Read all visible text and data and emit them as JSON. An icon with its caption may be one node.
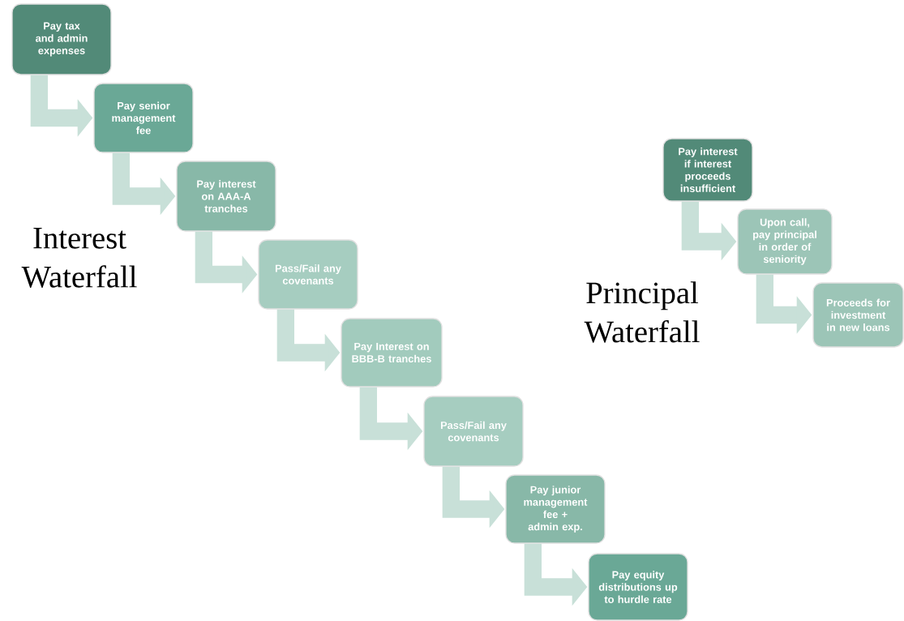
{
  "diagram": {
    "nodes": [
      {
        "text": [
          "Pay tax and admin expenses"
        ]
      },
      {
        "text": [
          "Pay senior management fee"
        ]
      },
      {
        "text": [
          "Pay interest on AAA-A tranches"
        ]
      },
      {
        "text": [
          "Pass/Fail any covenants"
        ]
      },
      {
        "text": [
          "Pay Interest on BBB-B tranches"
        ]
      },
      {
        "text": [
          "Pass/Fail any covenants"
        ]
      },
      {
        "text": [
          "Pay junior management fee + admin exp."
        ]
      },
      {
        "text": [
          "Pay equity distributions up to hurdle rate"
        ]
      },
      {
        "text": [
          "Pay interest if interest proceeds insufficient"
        ]
      },
      {
        "text": [
          "Upon call, pay principal in order of seniority"
        ]
      },
      {
        "text": [
          "Proceeds for investment in new loans"
        ]
      }
    ],
    "edges": [
      {
        "from": 0,
        "to": 1,
        "arrow": "to"
      },
      {
        "from": 1,
        "to": 2,
        "arrow": "to"
      },
      {
        "from": 2,
        "to": 3,
        "arrow": "to"
      },
      {
        "from": 3,
        "to": 4,
        "arrow": "to"
      },
      {
        "from": 4,
        "to": 5,
        "arrow": "to"
      },
      {
        "from": 5,
        "to": 6,
        "arrow": "to"
      },
      {
        "from": 6,
        "to": 7,
        "arrow": "to"
      },
      {
        "from": 8,
        "to": 9,
        "arrow": "to"
      },
      {
        "from": 9,
        "to": 10,
        "arrow": "to"
      }
    ],
    "labels": [
      "Interest Waterfall",
      "Principal Waterfall"
    ]
  }
}
